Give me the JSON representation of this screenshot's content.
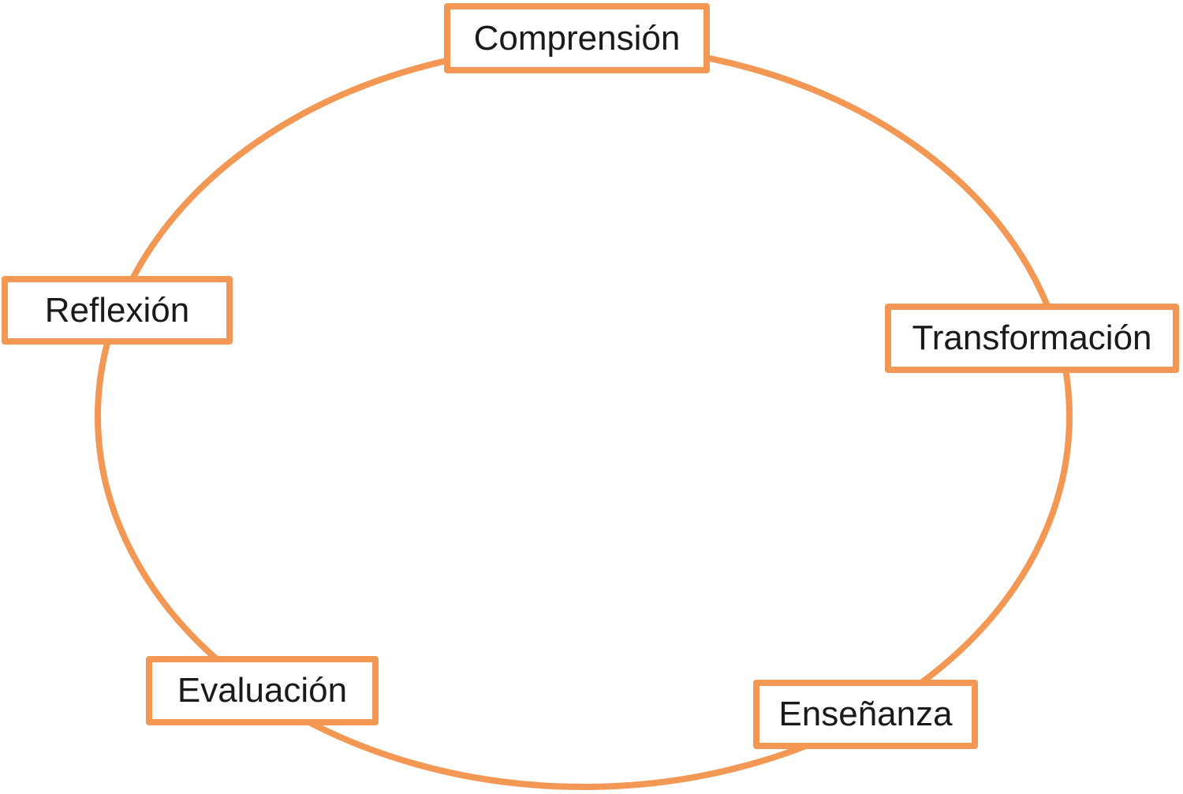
{
  "diagram": {
    "type": "cycle",
    "connector_shape": "ellipse",
    "nodes": [
      {
        "id": "comprension",
        "label": "Comprensión",
        "position": "top"
      },
      {
        "id": "transformacion",
        "label": "Transformación",
        "position": "right"
      },
      {
        "id": "ensenanza",
        "label": "Enseñanza",
        "position": "bottom-right"
      },
      {
        "id": "evaluacion",
        "label": "Evaluación",
        "position": "bottom-left"
      },
      {
        "id": "reflexion",
        "label": "Reflexión",
        "position": "left"
      }
    ]
  },
  "colors": {
    "accent": "#F39854",
    "node_fill": "#FFFFFF",
    "text": "#1A1A1A",
    "background": "#FFFFFF"
  }
}
